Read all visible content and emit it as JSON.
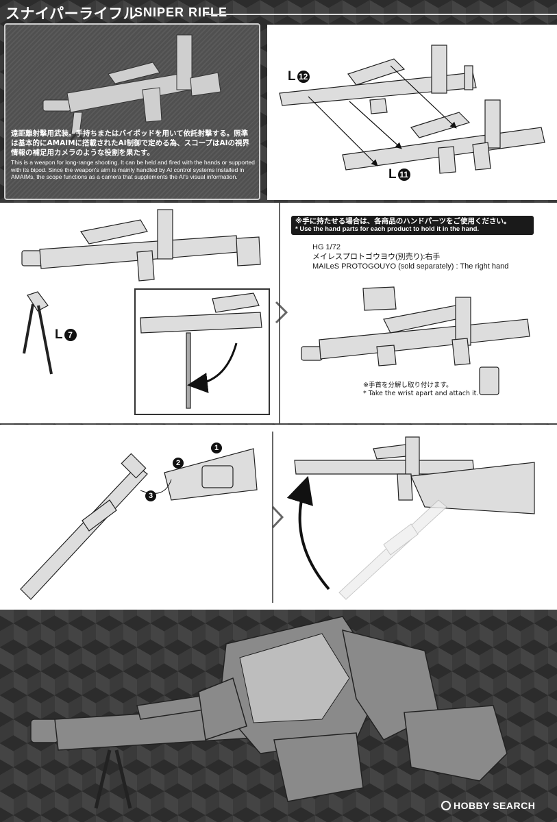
{
  "header": {
    "title_ja": "スナイパーライフル",
    "title_en": "SNIPER RIFLE"
  },
  "intro": {
    "text_ja": "遠距離射撃用武装。手持ちまたはバイポッドを用いて依託射撃する。照準は基本的にAMAIMに搭載されたAI制御で定める為、スコープはAIの視界情報の補足用カメラのような役割を果たす。",
    "text_en": "This is a weapon for long-range shooting. It can be held and fired with the hands or supported with its bipod. Since the weapon's aim is mainly handled by AI control systems installed in AMAIMs, the scope functions as a camera that supplements the AI's visual information."
  },
  "step1": {
    "part_a": {
      "letter": "L",
      "num": "12"
    },
    "part_b": {
      "letter": "L",
      "num": "11"
    }
  },
  "step2": {
    "part": {
      "letter": "L",
      "num": "7"
    }
  },
  "step3": {
    "notice_ja": "※手に持たせる場合は、各商品のハンドパーツをご使用ください。",
    "notice_en": "* Use the hand parts for each product to hold it in the hand.",
    "hg_scale": "HG 1/72",
    "hg_name_ja": "メイレスプロトゴウヨウ(別売り):右手",
    "hg_name_en": "MAILeS PROTOGOUYO (sold separately) : The right hand",
    "wrist_ja": "※手首を分解し取り付けます。",
    "wrist_en": "* Take the wrist apart and attach it."
  },
  "step4": {
    "steps": [
      "1",
      "2",
      "3"
    ]
  },
  "watermark": {
    "text": "HOBBY SEARCH"
  },
  "colors": {
    "accent": "#111111",
    "panel": "#ffffff",
    "background": "#3a3a3a",
    "part_gray": "#8a8a8a"
  }
}
